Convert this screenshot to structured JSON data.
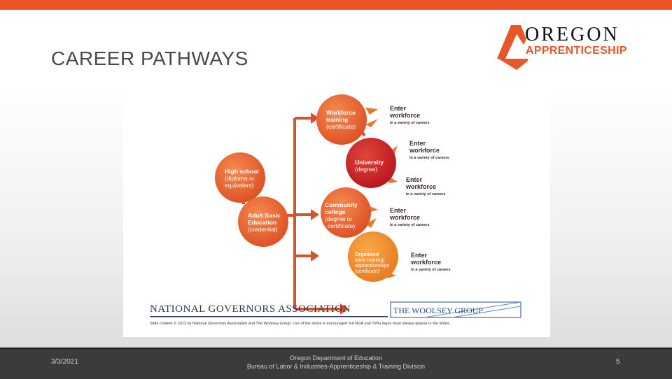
{
  "slide": {
    "title": "CAREER PATHWAYS",
    "colors": {
      "accent": "#e8562a",
      "footer_bg": "#3b3b3b"
    }
  },
  "logo": {
    "line1": "OREGON",
    "line2": "APPRENTICESHIP"
  },
  "diagram": {
    "high_school": [
      "High school",
      "(diploma or",
      "equivalent)"
    ],
    "adult_basic": [
      "Adult Basic",
      "Education",
      "(credential)"
    ],
    "workforce_training": [
      "Workforce",
      "training",
      "(certificate)"
    ],
    "university": [
      "University",
      "(degree)"
    ],
    "community_college": [
      "Community",
      "college",
      "(degree or",
      "certificate)"
    ],
    "organized_labor": [
      "Organized",
      "labor training/",
      "apprenticeships",
      "(certificate)"
    ],
    "enter_line1": "Enter",
    "enter_line2": "workforce",
    "enter_line3": "in a variety of careers",
    "nga_label": "NATIONAL GOVERNORS ASSOCIATION",
    "woolsey_label": "THE WOOLSEY GROUP",
    "credit": "Slide content © 2013 by National Governors Association and The Woolsey Group. Use of the slides is encouraged but NGA and TWG logos must always appear in the slides."
  },
  "footer": {
    "date": "3/3/2021",
    "line1": "Oregon Department of Education",
    "line2": "Bureau of Labor & Industries-Apprenticeship & Training Division",
    "page": "5"
  }
}
